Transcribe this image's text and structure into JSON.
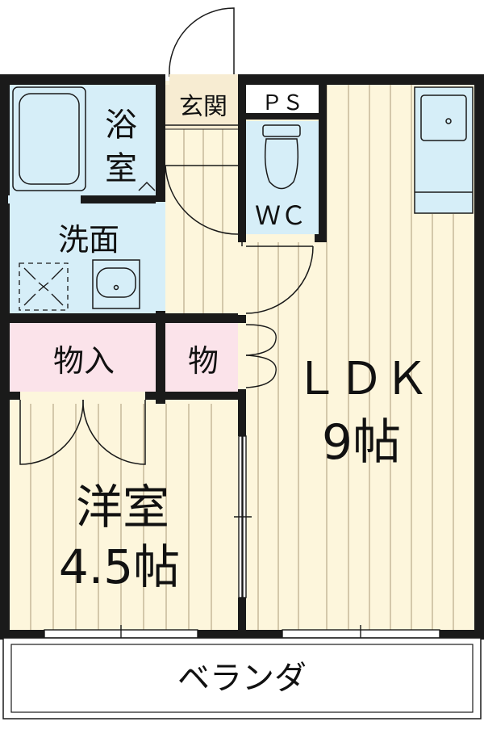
{
  "rooms": {
    "bath": {
      "line1": "浴",
      "line2": "室"
    },
    "genkan": "玄関",
    "ps": "ＰＳ",
    "wc": "ＷＣ",
    "washroom": "洗面",
    "closet_left": "物入",
    "closet_right": "物",
    "ldk": {
      "name": "ＬＤＫ",
      "size": "9帖"
    },
    "western": {
      "name": "洋室",
      "size": "4.5帖"
    },
    "veranda": "ベランダ"
  },
  "colors": {
    "wall": "#1a1a1a",
    "floor_wood": "#fdf6dc",
    "wet_area": "#d6eef8",
    "closet": "#fbe3ea",
    "genkan_floor": "#f7ecd2"
  }
}
